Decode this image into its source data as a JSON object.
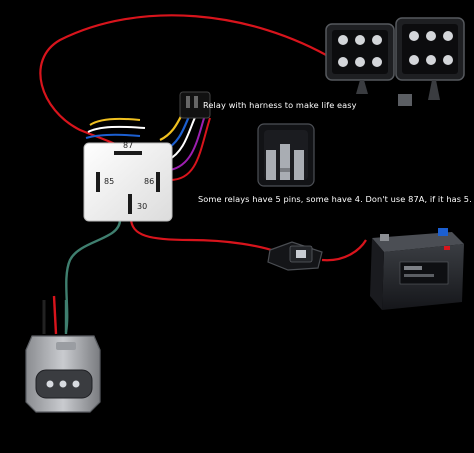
{
  "captions": {
    "harness": "Relay with harness to make life easy",
    "pins_note": "Some relays have 5 pins, some have 4. Don't use 87A, if it has 5."
  },
  "relay_pins": {
    "p87": "87",
    "p85": "85",
    "p86": "86",
    "p30": "30"
  },
  "icons": [
    "light-bar-icon",
    "relay-icon",
    "relay-photo-icon",
    "fuse-holder-icon",
    "battery-icon",
    "connector-plug-icon"
  ],
  "colors": {
    "background": "#000000",
    "power_wire": "#d8141c",
    "ground_wire": "#3f7f6f",
    "relay_body": "#eeeeee",
    "battery_body": "#2a2c30"
  }
}
